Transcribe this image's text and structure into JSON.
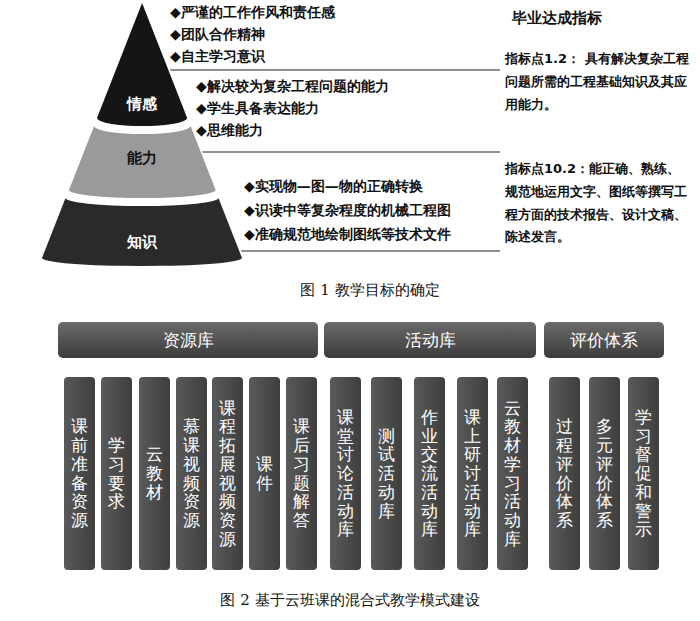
{
  "diagram": {
    "caption": "图 2 基于云班课的混合式教学模式建设",
    "nodes": [
      {
        "text": [
          "情感"
        ]
      },
      {
        "text": [
          "能力"
        ]
      },
      {
        "text": [
          "知识"
        ]
      },
      {
        "text": [
          "资源库"
        ]
      },
      {
        "text": [
          "活动库"
        ]
      },
      {
        "text": [
          "评价体系"
        ]
      },
      {
        "text": [
          "课前准备资源"
        ]
      },
      {
        "text": [
          "学习要求"
        ]
      },
      {
        "text": [
          "云教材"
        ]
      },
      {
        "text": [
          "慕课视频资源"
        ]
      },
      {
        "text": [
          "课程拓展视频资源"
        ]
      },
      {
        "text": [
          "课件"
        ]
      },
      {
        "text": [
          "课后习题解答"
        ]
      },
      {
        "text": [
          "课堂讨论活动库"
        ]
      },
      {
        "text": [
          "测试活动库"
        ]
      },
      {
        "text": [
          "作业交流活动库"
        ]
      },
      {
        "text": [
          "课上研讨活动库"
        ]
      },
      {
        "text": [
          "云教材学习活动库"
        ]
      },
      {
        "text": [
          "过程评价体系"
        ]
      },
      {
        "text": [
          "多元评价体系"
        ]
      },
      {
        "text": [
          "学习督促和警示"
        ]
      }
    ],
    "labels": [
      "◆严谨的工作作风和责任感",
      "◆团队合作精神",
      "◆自主学习意识",
      "◆解决较为复杂工程问题的能力",
      "◆学生具备表达能力",
      "◆思维能力",
      "◆实现物—图—物的正确转换",
      "◆识读中等复杂程度的机械工程图",
      "◆准确规范地绘制图纸等技术文件",
      "毕业达成指标",
      "指标点1.2： 具有解决复杂工程问题所需的工程基础知识及其应用能力。",
      "指标点10.2：能正确、熟练、规范地运用文字、图纸等撰写工程方面的技术报告、设计文稿、陈述发言。",
      "图 1 教学目标的确定"
    ]
  }
}
